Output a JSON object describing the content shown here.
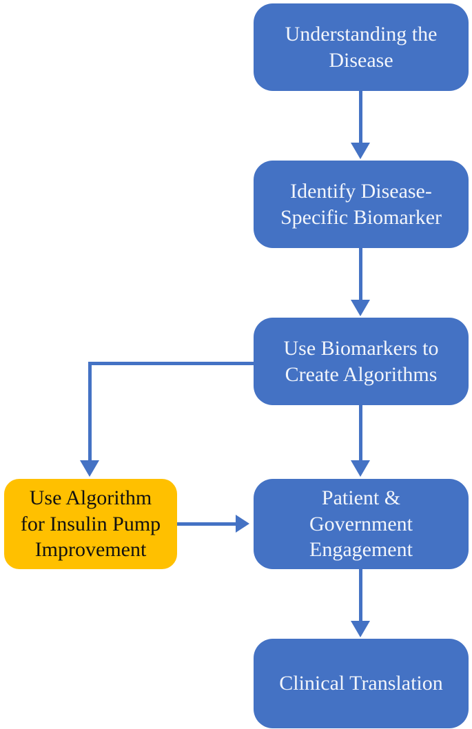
{
  "diagram": {
    "type": "flowchart",
    "colors": {
      "node_blue": "#4472C4",
      "node_gold": "#FFC000",
      "arrow": "#4472C4",
      "text_on_blue": "#FFFFFF",
      "text_on_gold": "#000000"
    },
    "nodes": [
      {
        "id": "understanding",
        "label": "Understanding the\nDisease",
        "color": "#4472C4"
      },
      {
        "id": "biomarker",
        "label": "Identify Disease-\nSpecific Biomarker",
        "color": "#4472C4"
      },
      {
        "id": "algorithms",
        "label": "Use Biomarkers to\nCreate Algorithms",
        "color": "#4472C4"
      },
      {
        "id": "insulin-pump",
        "label": "Use Algorithm\nfor Insulin Pump\nImprovement",
        "color": "#FFC000"
      },
      {
        "id": "engagement",
        "label": "Patient &\nGovernment\nEngagement",
        "color": "#4472C4"
      },
      {
        "id": "clinical-translation",
        "label": "Clinical Translation",
        "color": "#4472C4"
      }
    ],
    "edges": [
      {
        "from": "understanding",
        "to": "biomarker",
        "style": "straight-down"
      },
      {
        "from": "biomarker",
        "to": "algorithms",
        "style": "straight-down"
      },
      {
        "from": "algorithms",
        "to": "insulin-pump",
        "style": "elbow-left-down"
      },
      {
        "from": "algorithms",
        "to": "engagement",
        "style": "straight-down"
      },
      {
        "from": "insulin-pump",
        "to": "engagement",
        "style": "straight-right"
      },
      {
        "from": "engagement",
        "to": "clinical-translation",
        "style": "straight-down"
      }
    ]
  }
}
